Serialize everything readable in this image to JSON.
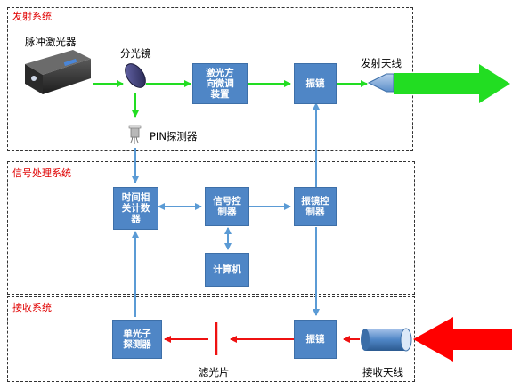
{
  "sections": {
    "transmit": "发射系统",
    "signal": "信号处理系统",
    "receive": "接收系统"
  },
  "components": {
    "laser": "脉冲激光器",
    "splitter": "分光镜",
    "pin_detector": "PIN探测器",
    "tx_antenna": "发射天线",
    "filter": "滤光片",
    "rx_antenna": "接收天线"
  },
  "boxes": {
    "beam_steering": "激光方\n向微调\n装置",
    "tx_mirror": "振镜",
    "time_counter": "时间相\n关计数\n器",
    "signal_controller": "信号控\n制器",
    "mirror_controller": "振镜控\n制器",
    "computer": "计算机",
    "spad": "单光子\n探测器",
    "rx_mirror": "振镜"
  },
  "colors": {
    "tx_beam": "#22dd22",
    "rx_beam": "#ee1111",
    "signal": "#5b9bd5",
    "box": "#4f86c6",
    "section_title": "#e00000"
  }
}
